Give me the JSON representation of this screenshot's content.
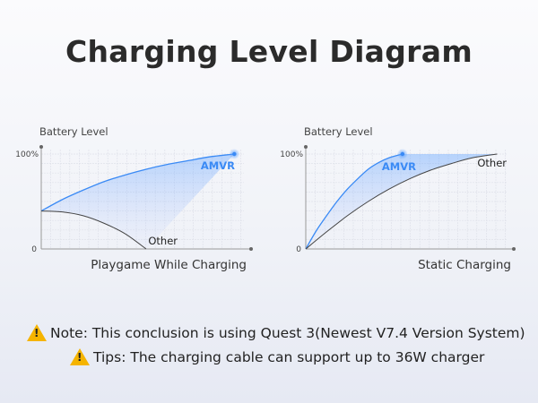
{
  "title": "Charging Level Diagram",
  "chart_data": [
    {
      "type": "line",
      "title": "Playgame While Charging",
      "ylabel": "Battery Level",
      "yticks": [
        "0",
        "100%"
      ],
      "xlim": [
        0,
        10
      ],
      "ylim": [
        0,
        100
      ],
      "grid": true,
      "series": [
        {
          "name": "AMVR",
          "color": "#3a8af5",
          "x": [
            0,
            1,
            2,
            3,
            4,
            5,
            6,
            7,
            8,
            9.2
          ],
          "y": [
            40,
            52,
            62,
            71,
            78,
            84,
            89,
            93,
            97,
            100
          ]
        },
        {
          "name": "Other",
          "color": "#444444",
          "x": [
            0,
            1,
            2,
            3,
            4,
            5
          ],
          "y": [
            40,
            39,
            35,
            27,
            16,
            0
          ]
        }
      ]
    },
    {
      "type": "line",
      "title": "Static Charging",
      "ylabel": "Battery Level",
      "yticks": [
        "0",
        "100%"
      ],
      "xlim": [
        0,
        10
      ],
      "ylim": [
        0,
        100
      ],
      "grid": true,
      "series": [
        {
          "name": "AMVR",
          "color": "#3a8af5",
          "x": [
            0,
            0.5,
            1,
            1.5,
            2,
            2.5,
            3,
            3.5,
            4,
            4.65
          ],
          "y": [
            0,
            19,
            35,
            50,
            63,
            74,
            84,
            91,
            96,
            100
          ]
        },
        {
          "name": "Other",
          "color": "#444444",
          "x": [
            0,
            1,
            2,
            3,
            4,
            5,
            6,
            7,
            8,
            9.2
          ],
          "y": [
            0,
            18,
            35,
            50,
            63,
            74,
            83,
            90,
            96,
            100
          ]
        }
      ]
    }
  ],
  "notes": [
    {
      "icon": "warning-icon",
      "text": "Note: This conclusion is using Quest 3(Newest V7.4 Version System)"
    },
    {
      "icon": "warning-icon",
      "text": "Tips: The charging cable can support up to 36W charger"
    }
  ]
}
